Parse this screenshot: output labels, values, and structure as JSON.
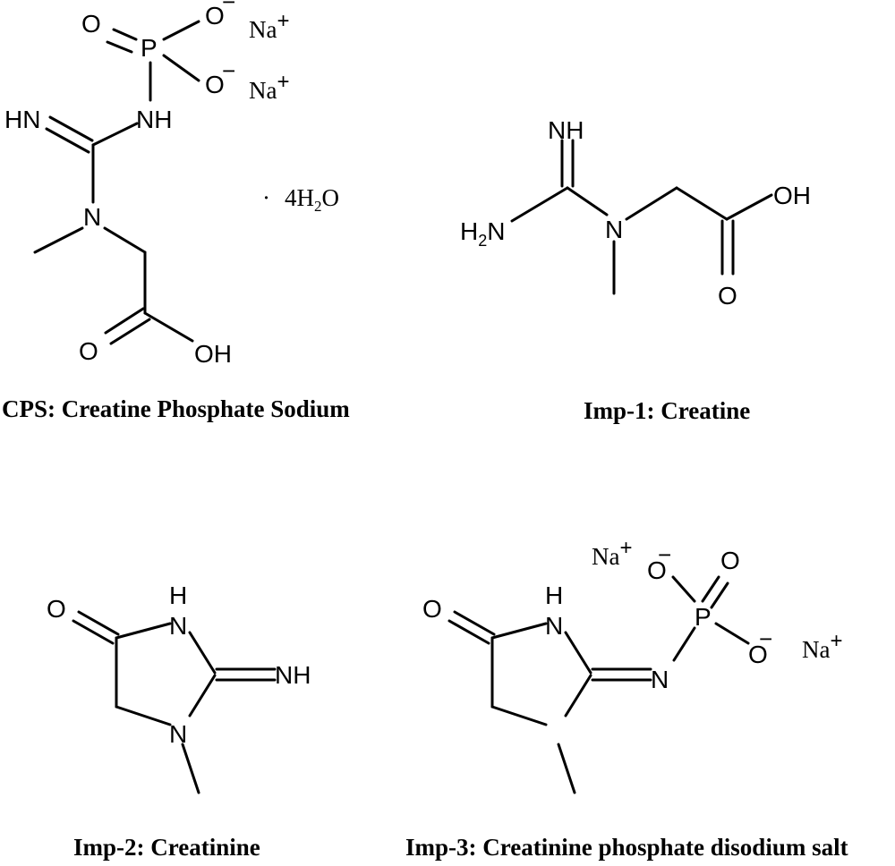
{
  "compounds": [
    {
      "id": "cps",
      "caption": "CPS: Creatine Phosphate Sodium"
    },
    {
      "id": "imp1",
      "caption": "Imp-1: Creatine"
    },
    {
      "id": "imp2",
      "caption": "Imp-2: Creatinine"
    },
    {
      "id": "imp3",
      "caption": "Imp-3: Creatinine phosphate disodium salt"
    }
  ],
  "atoms": {
    "O": "O",
    "P": "P",
    "N": "N",
    "NH": "NH",
    "HN": "HN",
    "H": "H",
    "OH": "OH",
    "H2N_main": "H",
    "H2N_sub": "2",
    "H2N_end": "N",
    "minus": "−",
    "plus": "+"
  },
  "ions": {
    "sodium": "Na",
    "plus": "+"
  },
  "hydrate": {
    "dot": "·",
    "coeff": "4H",
    "sub": "2",
    "end": "O"
  }
}
